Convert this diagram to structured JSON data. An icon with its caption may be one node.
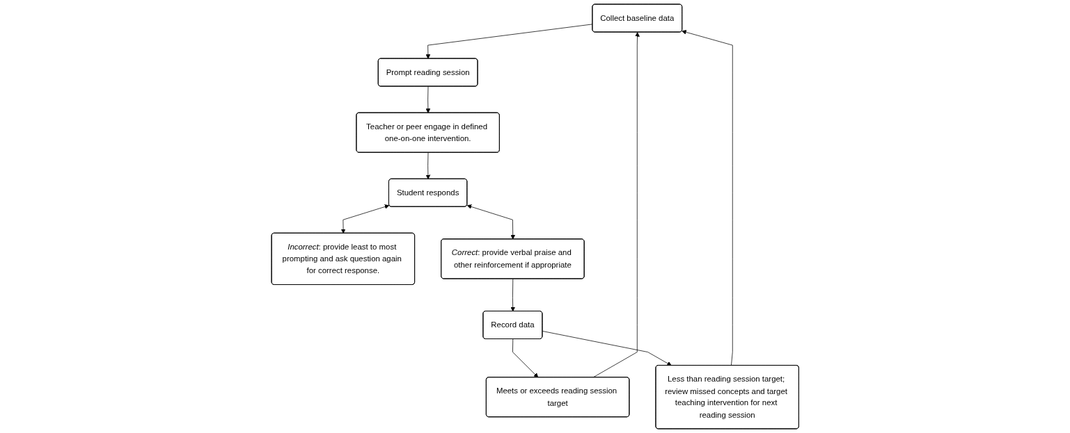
{
  "diagram": {
    "nodes": [
      {
        "text": [
          "Collect baseline data"
        ]
      },
      {
        "text": [
          "Prompt reading session"
        ]
      },
      {
        "text": [
          "Teacher or peer engage in defined one-on-one intervention."
        ]
      },
      {
        "text": [
          "*Incorrect*: provide least to most prompting and ask question again for correct response."
        ]
      },
      {
        "text": [
          "Student responds"
        ]
      },
      {
        "text": [
          "*Correct*: provide verbal praise and other reinforcement if appropriate"
        ]
      },
      {
        "text": [
          "Record data"
        ]
      },
      {
        "text": [
          "Meets or exceeds reading session target"
        ]
      },
      {
        "text": [
          "Less than reading session target; review missed concepts and target teaching intervention for next reading session"
        ]
      }
    ],
    "edges": [
      {
        "from": 8,
        "to": 0,
        "arrow": "to"
      },
      {
        "from": 0,
        "to": 1,
        "arrow": "to"
      },
      {
        "from": 1,
        "to": 2,
        "arrow": "to"
      },
      {
        "from": 2,
        "to": 4,
        "arrow": "to"
      },
      {
        "from": 4,
        "to": 3,
        "arrow": "both"
      },
      {
        "from": 4,
        "to": 5,
        "arrow": "both"
      },
      {
        "from": 5,
        "to": 6,
        "arrow": "to"
      },
      {
        "from": 6,
        "to": 7,
        "arrow": "to"
      },
      {
        "from": 6,
        "to": 8,
        "arrow": "to"
      },
      {
        "from": 7,
        "to": 0,
        "arrow": "to"
      }
    ]
  }
}
